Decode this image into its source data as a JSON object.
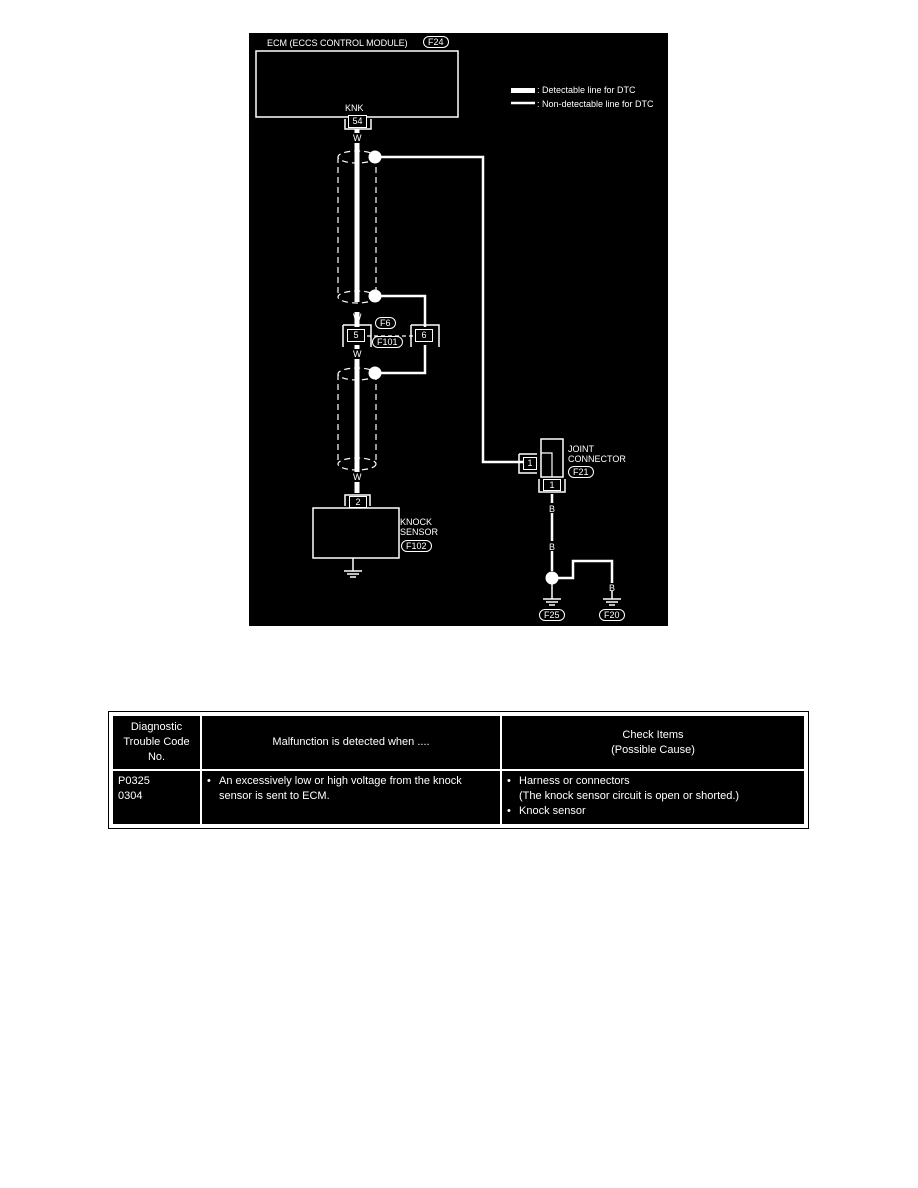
{
  "diagram": {
    "ecm": {
      "title": "ECM (ECCS CONTROL MODULE)",
      "connector": "F24",
      "terminal_name": "KNK",
      "pin": "54"
    },
    "legend": [
      {
        "style": "thick",
        "label": ": Detectable line for DTC"
      },
      {
        "style": "thin",
        "label": ": Non-detectable line for DTC"
      }
    ],
    "wire_colors": {
      "w1": "W",
      "w2": "W",
      "w3": "W",
      "w4": "W",
      "b1": "B",
      "b2": "B",
      "b3": "B"
    },
    "intermediate_connector": {
      "pin_left": "5",
      "pin_right": "6",
      "id_top": "F6",
      "id_bottom": "F101"
    },
    "joint_connector": {
      "label_line1": "JOINT",
      "label_line2": "CONNECTOR",
      "id": "F21",
      "pin_side": "1",
      "pin_bottom": "1"
    },
    "knock_sensor": {
      "label_line1": "KNOCK",
      "label_line2": "SENSOR",
      "id": "F102",
      "pin": "2"
    },
    "grounds": [
      {
        "id": "F25"
      },
      {
        "id": "F20"
      }
    ]
  },
  "table": {
    "headers": {
      "code": [
        "Diagnostic",
        "Trouble Code",
        "No."
      ],
      "malfunction": "Malfunction is detected when ....",
      "check": [
        "Check Items",
        "(Possible Cause)"
      ]
    },
    "rows": [
      {
        "codes": [
          "P0325",
          "0304"
        ],
        "malfunction": [
          "An excessively low or high voltage from the knock",
          "sensor is sent to ECM."
        ],
        "check": {
          "item1": "Harness or connectors",
          "item1_note": "(The knock sensor circuit is open or shorted.)",
          "item2": "Knock sensor"
        }
      }
    ]
  }
}
